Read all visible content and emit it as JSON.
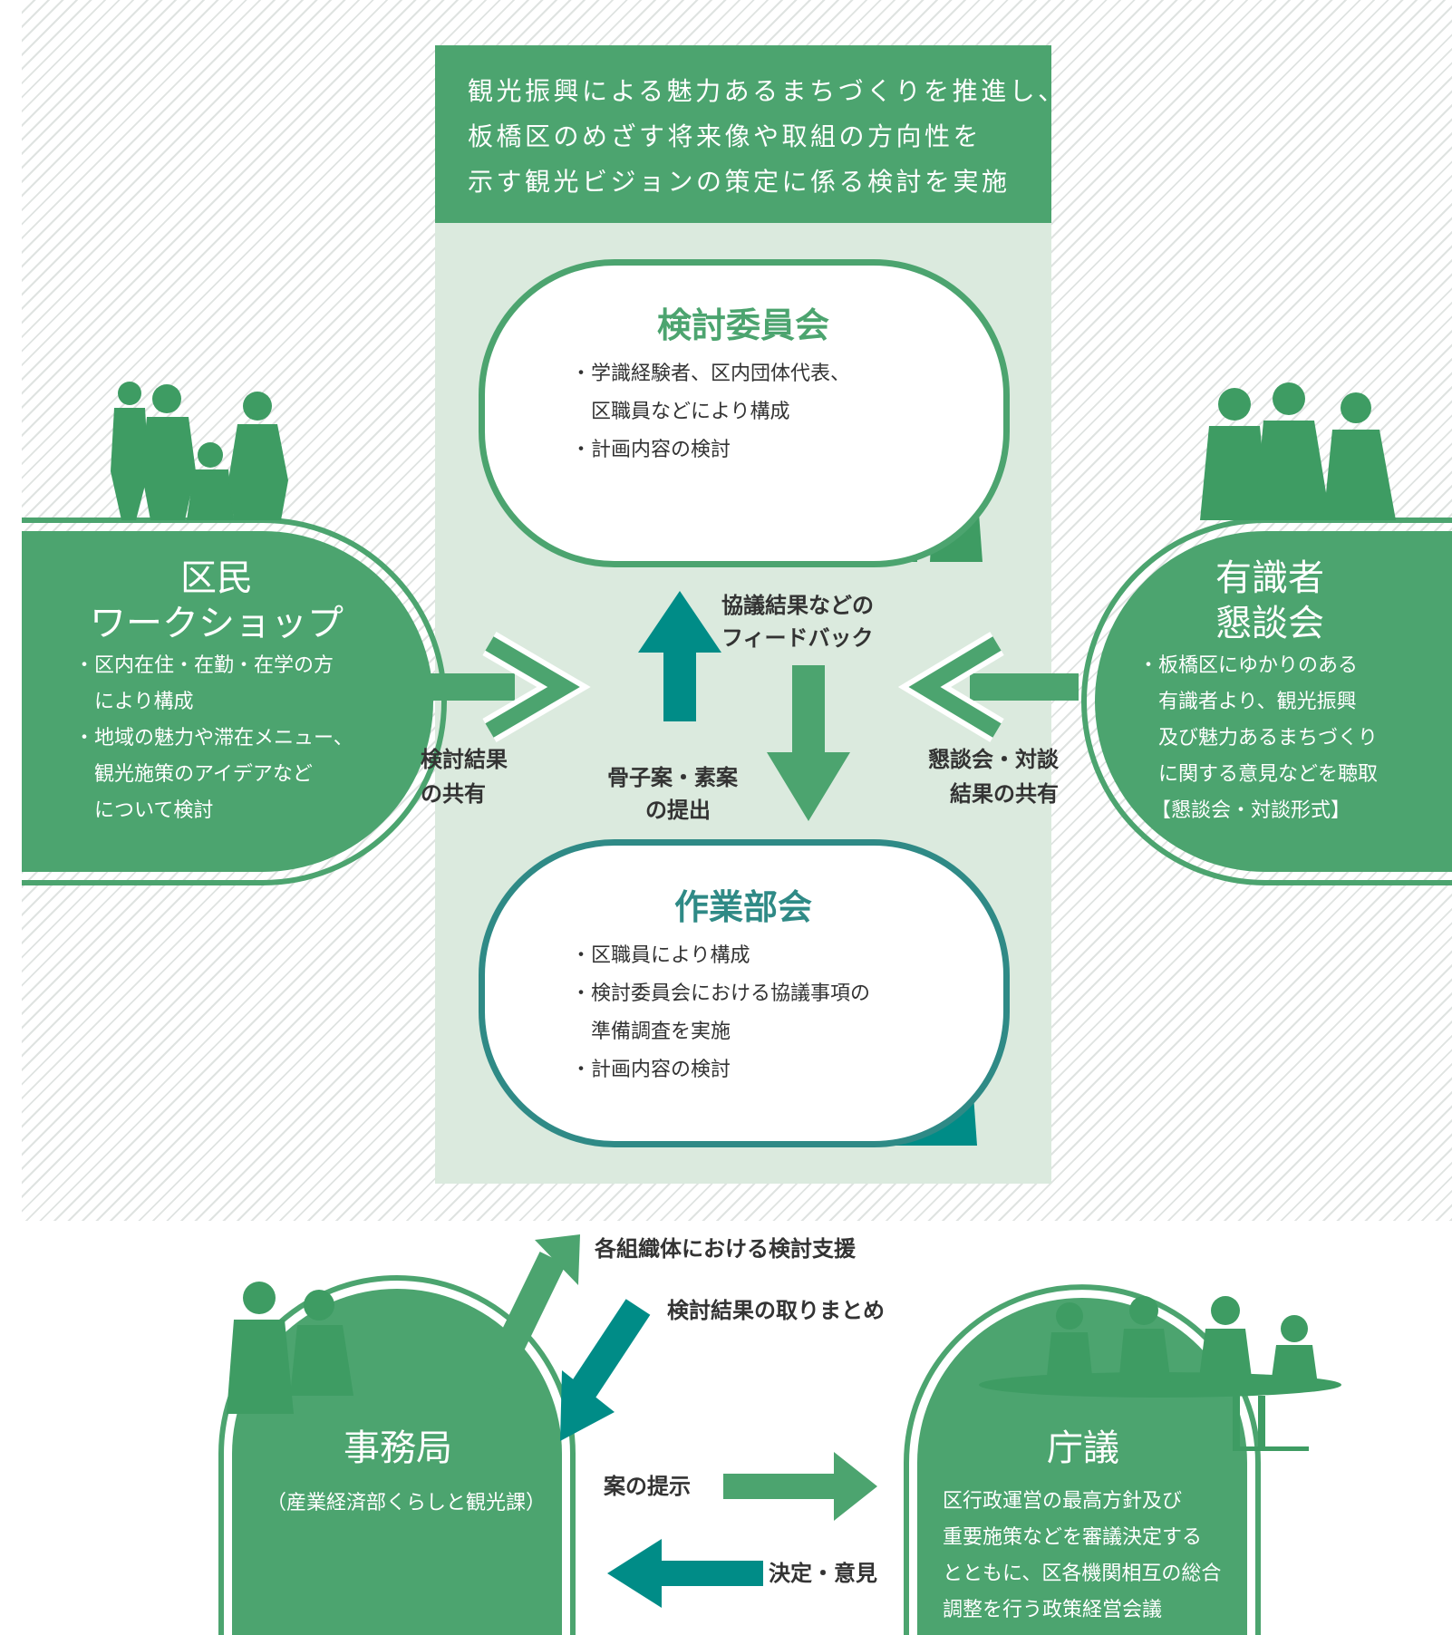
{
  "vision": {
    "line1": "観光振興による魅力あるまちづくりを推進し、",
    "line2": "板橋区のめざす将来像や取組の方向性を",
    "line3": "示す観光ビジョンの策定に係る検討を実施"
  },
  "committee": {
    "title": "検討委員会",
    "items": [
      "・学識経験者、区内団体代表、",
      "　区職員などにより構成",
      "・計画内容の検討"
    ]
  },
  "working_group": {
    "title": "作業部会",
    "items": [
      "・区職員により構成",
      "・検討委員会における協議事項の",
      "　準備調査を実施",
      "・計画内容の検討"
    ]
  },
  "feedback_label": [
    "協議結果などの",
    "フィードバック"
  ],
  "draft_label": [
    "骨子案・素案",
    "の提出"
  ],
  "workshop": {
    "title": [
      "区民",
      "ワークショップ"
    ],
    "items": [
      "・区内在住・在勤・在学の方",
      "　により構成",
      "・地域の魅力や滞在メニュー、",
      "　観光施策のアイデアなど",
      "　について検討"
    ]
  },
  "workshop_share_label": [
    "検討結果",
    "の共有"
  ],
  "experts": {
    "title": [
      "有識者",
      "懇談会"
    ],
    "items": [
      "・板橋区にゆかりのある",
      "　有識者より、観光振興",
      "　及び魅力あるまちづくり",
      "　に関する意見などを聴取",
      "【懇談会・対談形式】"
    ]
  },
  "experts_share_label": [
    "懇談会・対談",
    "結果の共有"
  ],
  "support_label": "各組織体における検討支援",
  "compile_label": "検討結果の取りまとめ",
  "secretariat": {
    "title": "事務局",
    "subtitle": "（産業経済部くらしと観光課）"
  },
  "proposal_label": "案の提示",
  "decision_label": "決定・意見",
  "council": {
    "title": "庁議",
    "items": [
      "区行政運営の最高方針及び",
      "重要施策などを審議決定する",
      "とともに、区各機関相互の総合",
      "調整を行う政策経営会議"
    ]
  },
  "colors": {
    "green": "#4ca46f",
    "light_green": "#dbeade",
    "teal": "#008c87",
    "silhouette": "#3e9c63"
  }
}
